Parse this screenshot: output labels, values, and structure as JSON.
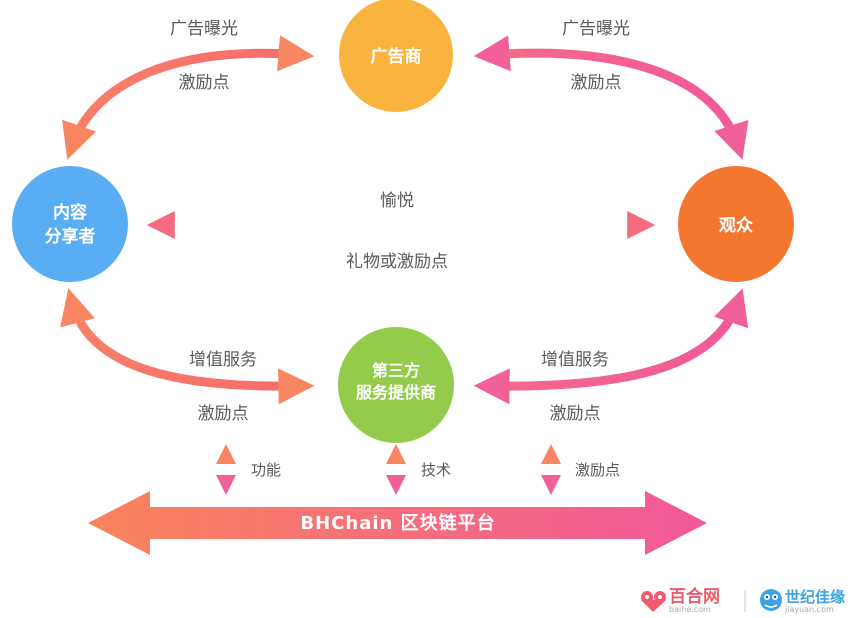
{
  "nodes": {
    "advertiser": {
      "label": "广告商",
      "color": "#f9b43f"
    },
    "content_sharer": {
      "line1": "内容",
      "line2": "分享者",
      "color": "#59aef3"
    },
    "audience": {
      "label": "观众",
      "color": "#f4772f"
    },
    "third_party": {
      "line1": "第三方",
      "line2": "服务提供商",
      "color": "#93cc4a"
    }
  },
  "edges": {
    "top_left_upper": "广告曝光",
    "top_left_lower": "激励点",
    "top_right_upper": "广告曝光",
    "top_right_lower": "激励点",
    "middle_upper": "愉悦",
    "middle_lower": "礼物或激励点",
    "bottom_left_upper": "增值服务",
    "bottom_left_lower": "激励点",
    "bottom_right_upper": "增值服务",
    "bottom_right_lower": "激励点"
  },
  "platform_links": {
    "left": "功能",
    "center": "技术",
    "right": "激励点"
  },
  "platform": {
    "label": "BHChain 区块链平台"
  },
  "logos": {
    "baihe": {
      "name": "百合网",
      "domain": "baihe.com"
    },
    "jiayuan": {
      "name": "世纪佳缘",
      "domain": "jiayuan.com"
    }
  },
  "colors": {
    "arrow_start": "#f9845a",
    "arrow_end": "#f2589b",
    "baihe": "#ef5a6c",
    "jiayuan": "#3fa2e2"
  }
}
